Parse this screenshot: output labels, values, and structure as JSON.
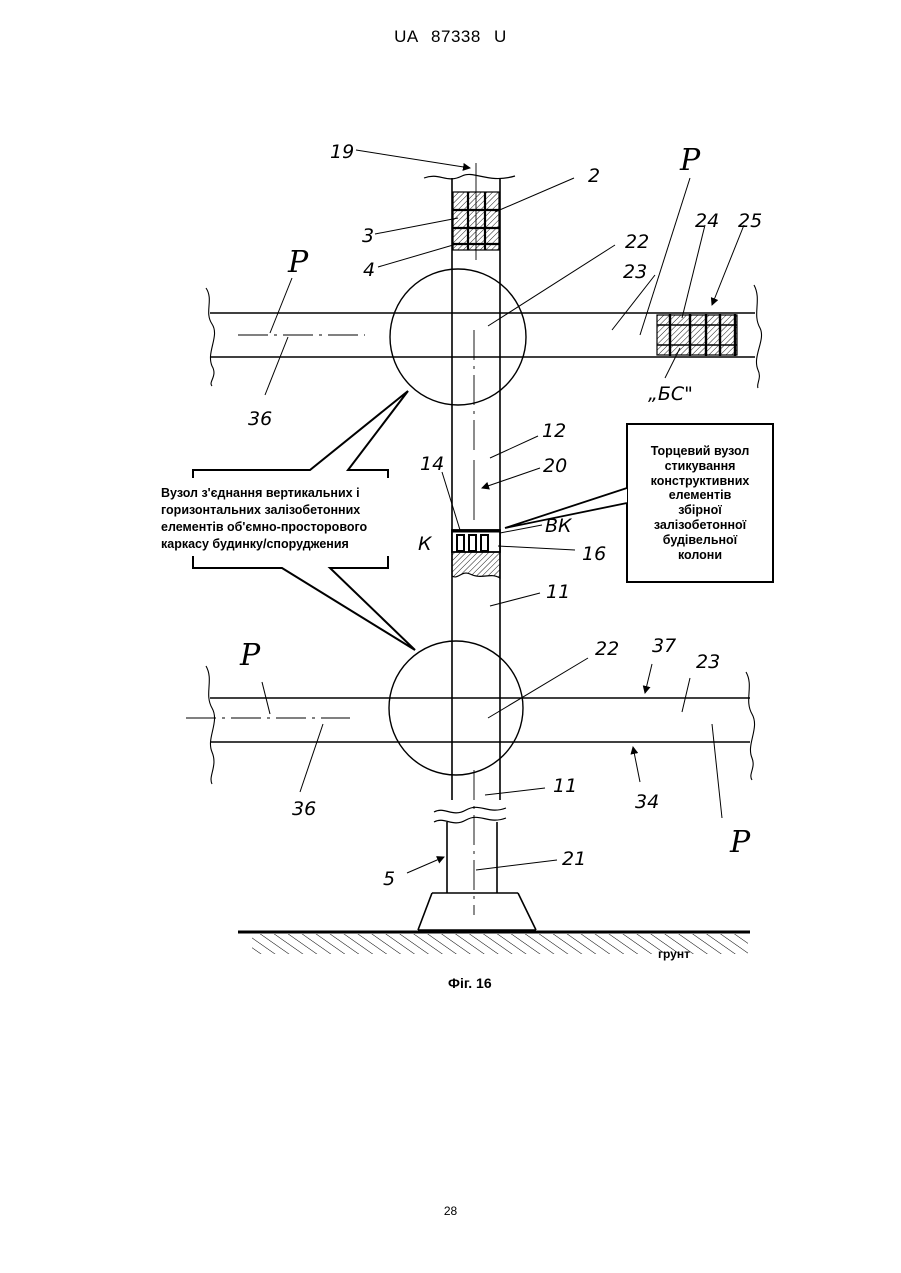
{
  "header": {
    "doc_id": "UA  87338  U"
  },
  "footer": {
    "page_number": "28"
  },
  "figure": {
    "caption": "Фіг. 16",
    "ground_label": "грунт",
    "callout_left": [
      "Вузол з'єднання вертикальних і",
      "горизонтальних залізобетонних",
      "елементів об'ємно-просторового",
      "каркасу будинку/споруджения"
    ],
    "callout_right": [
      "Торцевий  вузол",
      "стикування",
      "конструктивних",
      "елементів",
      "збірної",
      "залізобетонної",
      "будівельної",
      "колони"
    ],
    "labels": {
      "n19": "19",
      "n2": "2",
      "n3": "3",
      "n4": "4",
      "n22a": "22",
      "n23a": "23",
      "n24": "24",
      "n25": "25",
      "Pa": "P",
      "Pb": "P",
      "n36a": "36",
      "BS": "„БС\"",
      "n12": "12",
      "n20": "20",
      "n14": "14",
      "VK": "ВК",
      "n16": "16",
      "K": "К",
      "n11a": "11",
      "n22b": "22",
      "n37": "37",
      "n23b": "23",
      "Pc": "P",
      "n36b": "36",
      "n34": "34",
      "n11b": "11",
      "Pd": "P",
      "n5": "5",
      "n21": "21"
    }
  }
}
